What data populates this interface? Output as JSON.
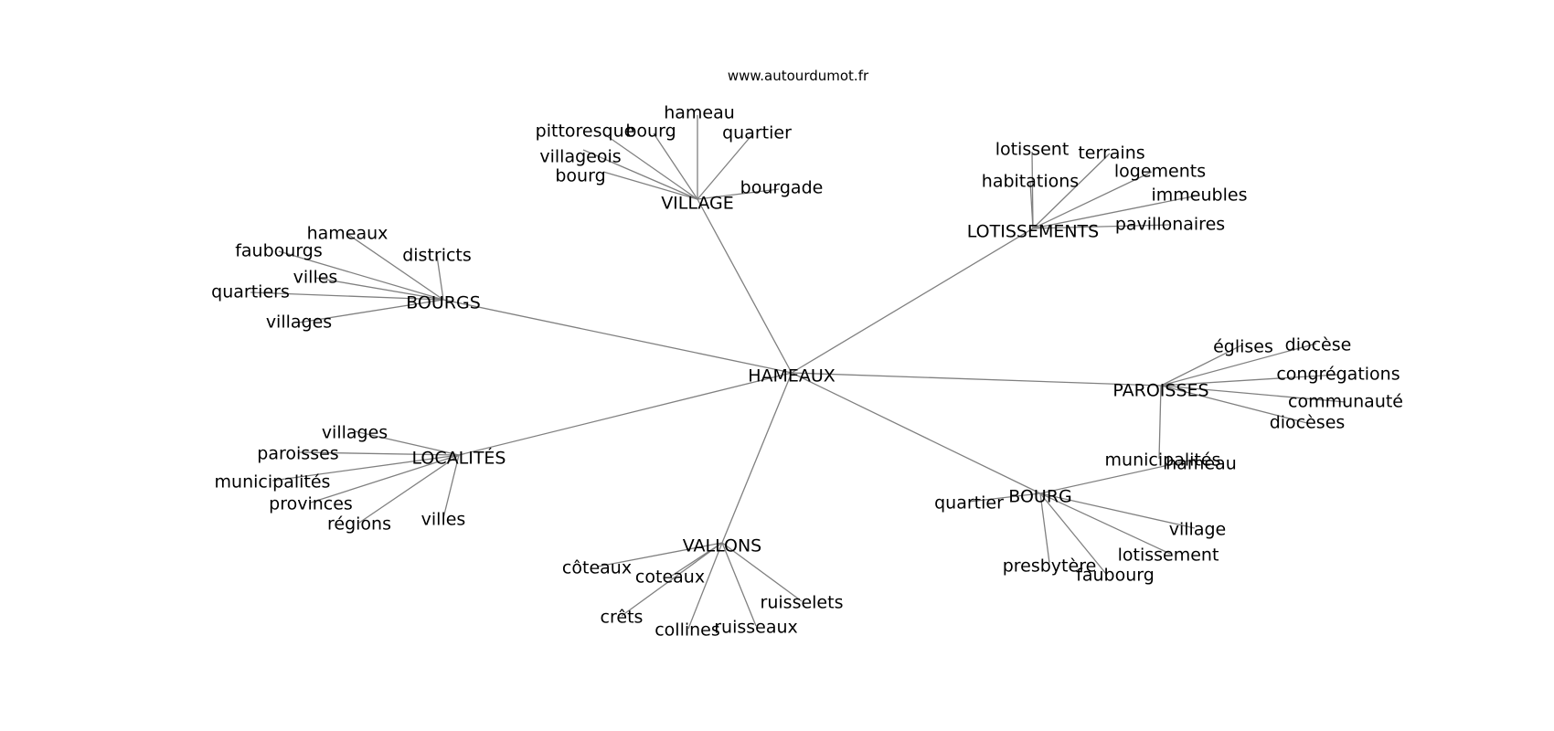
{
  "header": {
    "site": "www.autourdumot.fr"
  },
  "graph": {
    "center": "HAMEAUX",
    "hubs": [
      {
        "id": "village",
        "label": "VILLAGE",
        "leaves": [
          "hameau",
          "pittoresque",
          "bourg",
          "quartier",
          "villageois",
          "bourg",
          "bourgade"
        ]
      },
      {
        "id": "lotissements",
        "label": "LOTISSEMENTS",
        "leaves": [
          "lotissent",
          "terrains",
          "habitations",
          "logements",
          "immeubles",
          "pavillonaires"
        ]
      },
      {
        "id": "bourgs",
        "label": "BOURGS",
        "leaves": [
          "hameaux",
          "faubourgs",
          "districts",
          "villes",
          "quartiers",
          "villages"
        ]
      },
      {
        "id": "paroisses",
        "label": "PAROISSES",
        "leaves": [
          "églises",
          "diocèse",
          "congrégations",
          "communauté",
          "diocèses",
          "municipalités"
        ]
      },
      {
        "id": "localites",
        "label": "LOCALITÉS",
        "leaves": [
          "villages",
          "paroisses",
          "municipalités",
          "provinces",
          "régions",
          "villes"
        ]
      },
      {
        "id": "bourg",
        "label": "BOURG",
        "leaves": [
          "hameau",
          "quartier",
          "village",
          "lotissement",
          "presbytère",
          "faubourg"
        ]
      },
      {
        "id": "vallons",
        "label": "VALLONS",
        "leaves": [
          "côteaux",
          "coteaux",
          "crêts",
          "collines",
          "ruisseaux",
          "ruisselets"
        ]
      }
    ]
  }
}
